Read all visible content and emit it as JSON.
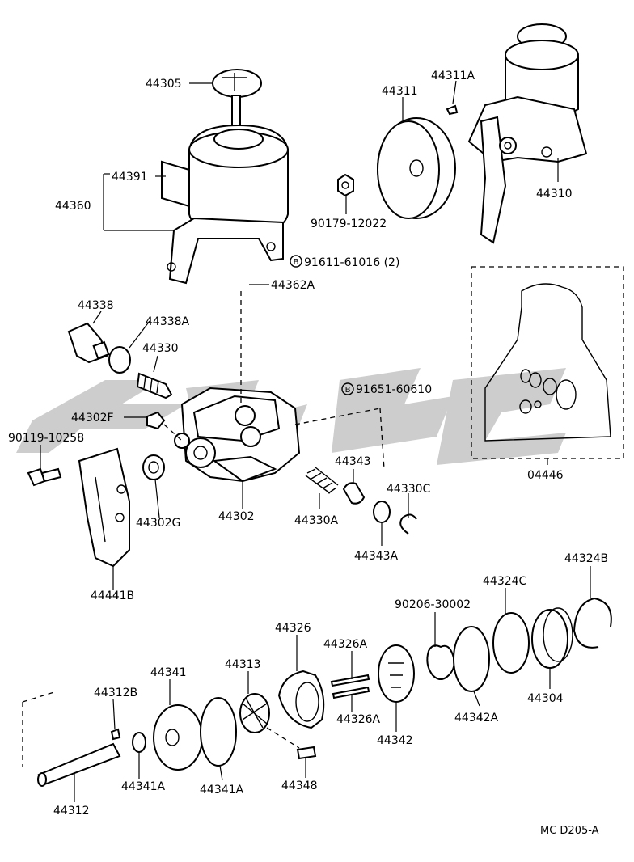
{
  "callouts": {
    "c44305": "44305",
    "c44391": "44391",
    "c44360": "44360",
    "c44311": "44311",
    "c44311A": "44311A",
    "c44310": "44310",
    "c90179": "90179-12022",
    "c91611": "91611-61016 (2)",
    "c44362A": "44362A",
    "c44338": "44338",
    "c44338A": "44338A",
    "c44330": "44330",
    "c91651": "91651-60610",
    "c44302F": "44302F",
    "c90119": "90119-10258",
    "c44343": "44343",
    "c44330C": "44330C",
    "c44302G": "44302G",
    "c44302": "44302",
    "c44330A": "44330A",
    "c44343A": "44343A",
    "c44441B": "44441B",
    "c04446": "04446",
    "c44324B": "44324B",
    "c44324C": "44324C",
    "c90206": "90206-30002",
    "c44326": "44326",
    "c44326A_top": "44326A",
    "c44341": "44341",
    "c44313": "44313",
    "c44312B": "44312B",
    "c44342A": "44342A",
    "c44304": "44304",
    "c44326A_bottom": "44326A",
    "c44342": "44342",
    "c44341A_left": "44341A",
    "c44341A_right": "44341A",
    "c44348": "44348",
    "c44312": "44312"
  },
  "markers": {
    "b1": "B",
    "b2": "B"
  },
  "footer": {
    "code": "MC  D205-A"
  },
  "watermark": {
    "color": "#c8c8c8"
  }
}
